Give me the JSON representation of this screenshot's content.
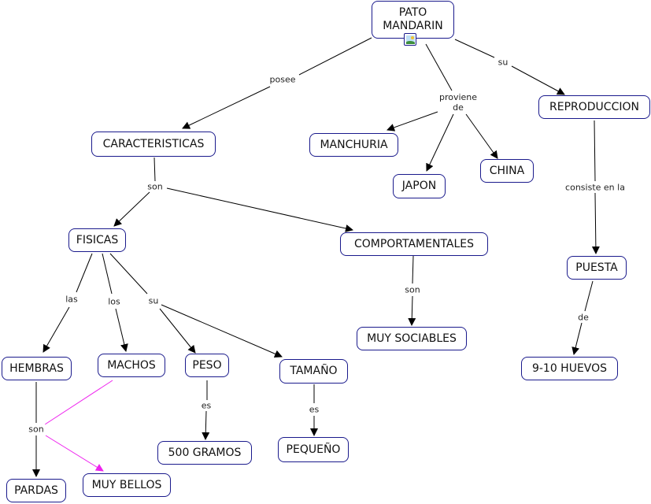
{
  "nodes": {
    "pato_mandarin": "PATO\nMANDARIN",
    "caracteristicas": "CARACTERISTICAS",
    "manchuria": "MANCHURIA",
    "japon": "JAPON",
    "china": "CHINA",
    "reproduccion": "REPRODUCCION",
    "fisicas": "FISICAS",
    "comportamentales": "COMPORTAMENTALES",
    "puesta": "PUESTA",
    "hembras": "HEMBRAS",
    "machos": "MACHOS",
    "peso": "PESO",
    "tamano": "TAMAÑO",
    "muy_sociables": "MUY SOCIABLES",
    "huevos": "9-10 HUEVOS",
    "gramos": "500 GRAMOS",
    "pequeno": "PEQUEÑO",
    "pardas": "PARDAS",
    "muy_bellos": "MUY BELLOS"
  },
  "links": {
    "posee": "posee",
    "proviene_de": "proviene\nde",
    "su_top": "su",
    "son_caract": "son",
    "consiste": "consiste en la",
    "son_comport": "son",
    "de": "de",
    "las": "las",
    "los": "los",
    "su_fisicas": "su",
    "es_peso": "es",
    "es_tamano": "es",
    "son_hembras": "son"
  },
  "colors": {
    "node_border": "#1a1a8c",
    "link_line": "#000000",
    "highlight_link": "#ee22ee"
  },
  "icons": {
    "image_attachment": "image-icon"
  }
}
